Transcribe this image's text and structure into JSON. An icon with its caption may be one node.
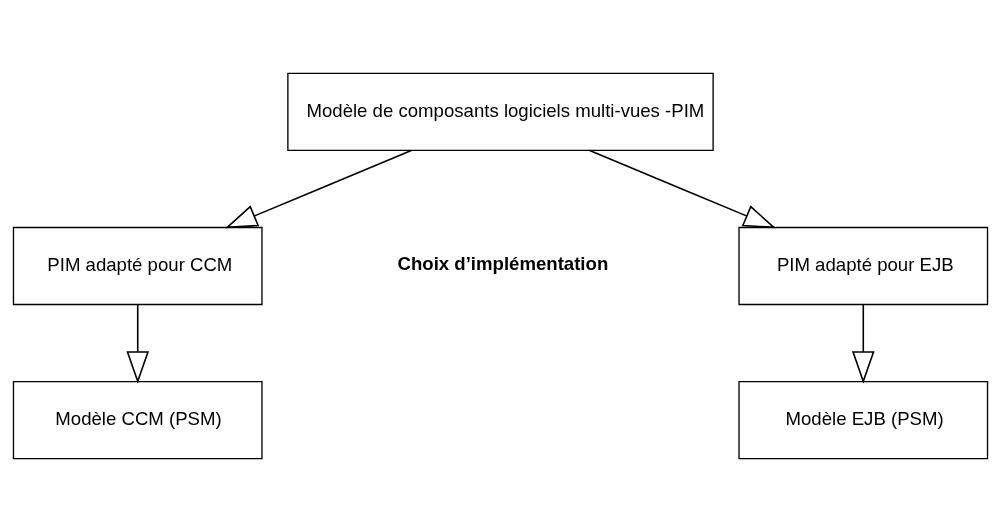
{
  "diagram": {
    "nodes": [
      {
        "text": [
          "Modèle de composants logiciels multi-vues -PIM"
        ]
      },
      {
        "text": [
          "PIM adapté pour CCM"
        ]
      },
      {
        "text": [
          "PIM adapté pour EJB"
        ]
      },
      {
        "text": [
          "Modèle CCM (PSM)"
        ]
      },
      {
        "text": [
          "Modèle EJB (PSM)"
        ]
      }
    ],
    "edges": [
      {
        "from": 0,
        "to": 1,
        "arrow": "to"
      },
      {
        "from": 0,
        "to": 2,
        "arrow": "to"
      },
      {
        "from": 1,
        "to": 3,
        "arrow": "to"
      },
      {
        "from": 2,
        "to": 4,
        "arrow": "to"
      }
    ],
    "labels": [
      "Choix d’implémentation"
    ]
  }
}
